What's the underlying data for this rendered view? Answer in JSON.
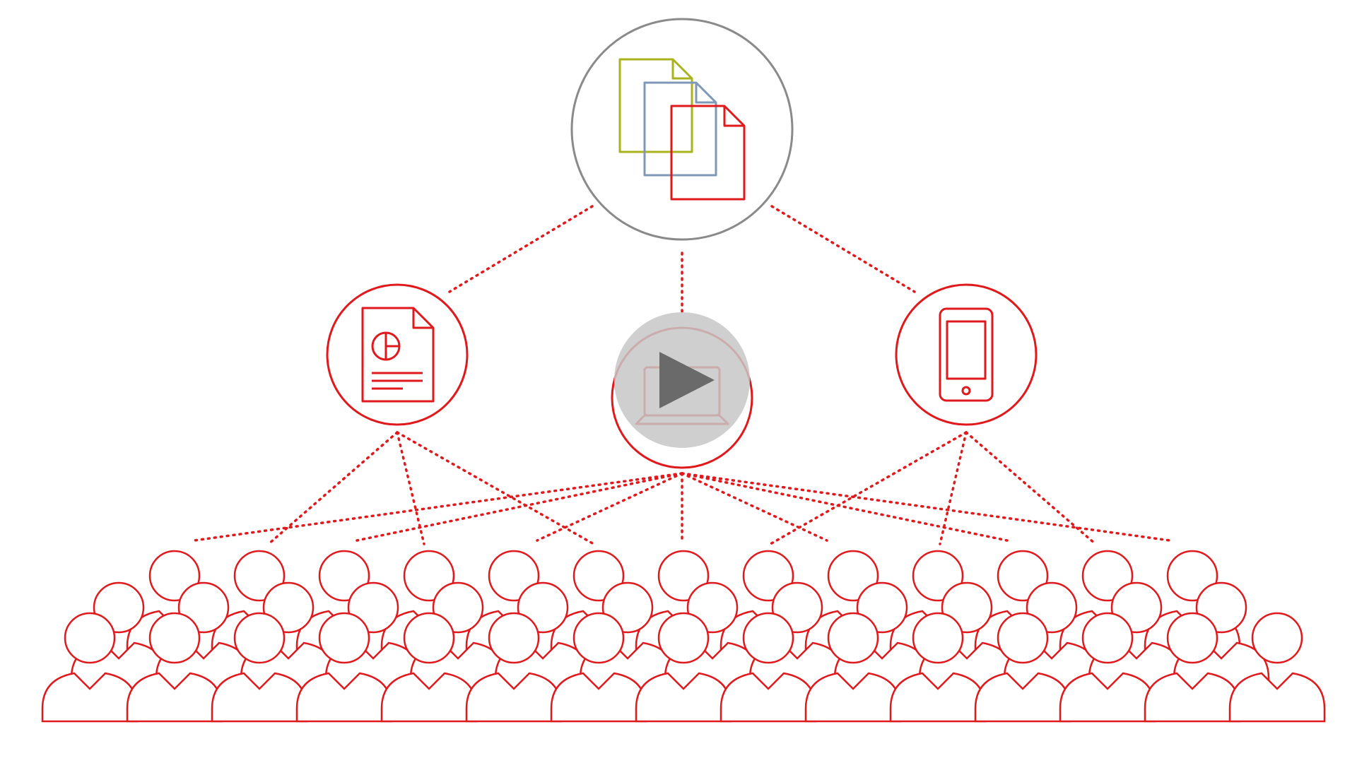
{
  "colors": {
    "background": "#ffffff",
    "accent": "#e0191d",
    "hub_ring": "#8a8a8a",
    "doc_green": "#a8b31e",
    "doc_blue": "#7f98b8",
    "doc_red": "#e0191d",
    "play_disc": "#c7c7c7",
    "play_triangle": "#6a6a6a"
  },
  "diagram": {
    "hub_icon": "stacked-documents-icon",
    "channels": [
      {
        "id": "report",
        "icon": "report-chart-icon"
      },
      {
        "id": "desktop",
        "icon": "monitor-icon"
      },
      {
        "id": "mobile",
        "icon": "smartphone-icon"
      }
    ],
    "audience_icon": "people-crowd-icon"
  },
  "video": {
    "play_icon": "play-icon"
  }
}
